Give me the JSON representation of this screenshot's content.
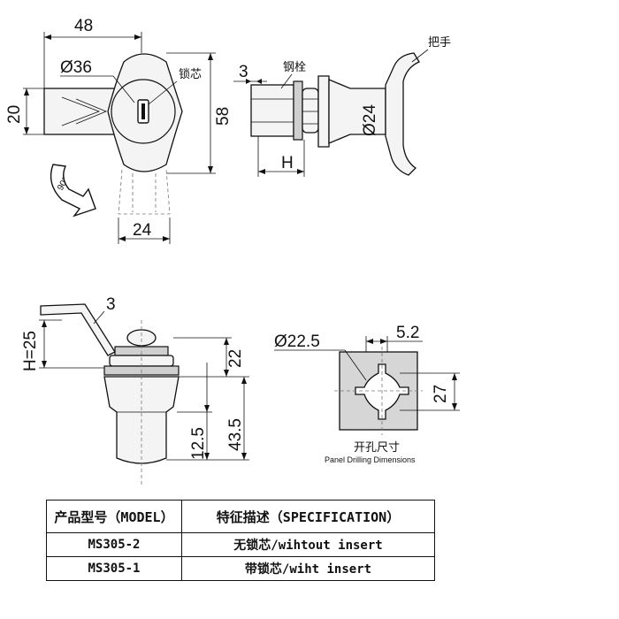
{
  "top_view": {
    "width": "48",
    "head_diameter": "Ø36",
    "insert_label": "锁芯",
    "height": "58",
    "stem_width": "20",
    "handle_width": "24",
    "rotation": "90°"
  },
  "side_view": {
    "bolt_label": "钢栓",
    "handle_label": "把手",
    "bolt_size": "3",
    "body_diameter": "Ø24",
    "panel_thickness": "H"
  },
  "front_view": {
    "h_value": "H=25",
    "handle_thickness": "3",
    "upper_height": "22",
    "lower_height": "12.5",
    "total_height": "43.5"
  },
  "panel_cutout": {
    "hole_diameter": "Ø22.5",
    "slot_width": "5.2",
    "flat_width": "27",
    "caption_cn": "开孔尺寸",
    "caption_en": "Panel Drilling Dimensions"
  },
  "spec_table": {
    "headers": [
      "产品型号（MODEL）",
      "特征描述（SPECIFICATION）"
    ],
    "rows": [
      {
        "model": "MS305-2",
        "spec": "无锁芯/wihtout insert"
      },
      {
        "model": "MS305-1",
        "spec": "带锁芯/wiht insert"
      }
    ]
  }
}
